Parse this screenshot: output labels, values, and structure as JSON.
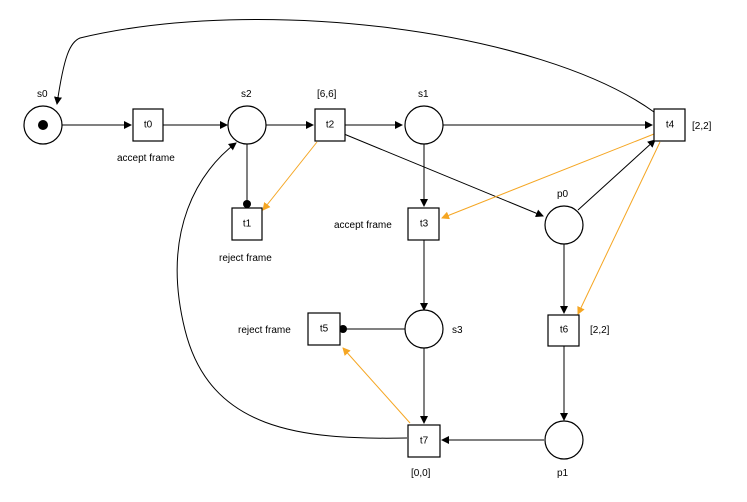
{
  "colors": {
    "line": "#000000",
    "priority": "#f5a623",
    "background": "#ffffff"
  },
  "places": {
    "s0": "s0",
    "s1": "s1",
    "s2": "s2",
    "s3": "s3",
    "p0": "p0",
    "p1": "p1"
  },
  "transitions": {
    "t0": "t0",
    "t1": "t1",
    "t2": "t2",
    "t3": "t3",
    "t4": "t4",
    "t5": "t5",
    "t6": "t6",
    "t7": "t7"
  },
  "annotations": {
    "t0_action": "accept frame",
    "t1_action": "reject frame",
    "t3_action": "accept frame",
    "t5_action": "reject frame",
    "t2_interval": "[6,6]",
    "t4_interval": "[2,2]",
    "t6_interval": "[2,2]",
    "t7_interval": "[0,0]"
  },
  "tokens": {
    "s0": 1
  }
}
